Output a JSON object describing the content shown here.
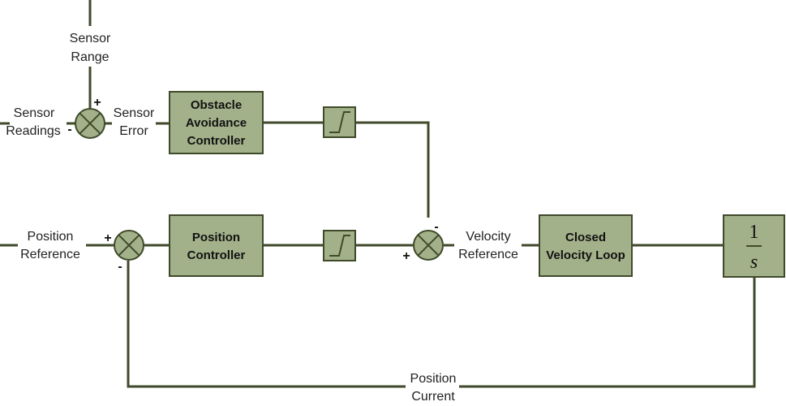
{
  "labels": {
    "sensor_range": [
      "Sensor",
      "Range"
    ],
    "sensor_readings": [
      "Sensor",
      "Readings"
    ],
    "sensor_error": [
      "Sensor",
      "Error"
    ],
    "position_reference": [
      "Position",
      "Reference"
    ],
    "velocity_reference": [
      "Velocity",
      "Reference"
    ],
    "position_current": [
      "Position",
      "Current"
    ]
  },
  "blocks": {
    "obstacle_avoidance": [
      "Obstacle",
      "Avoidance",
      "Controller"
    ],
    "position_controller": [
      "Position",
      "Controller"
    ],
    "closed_velocity_loop": [
      "Closed",
      "Velocity Loop"
    ],
    "integrator": {
      "numerator": "1",
      "denominator": "s"
    }
  },
  "signs": {
    "sensor_sum_top": "+",
    "sensor_sum_left": "-",
    "position_sum_left": "+",
    "position_sum_bottom": "-",
    "velocity_sum_top": "-",
    "velocity_sum_left": "+"
  }
}
